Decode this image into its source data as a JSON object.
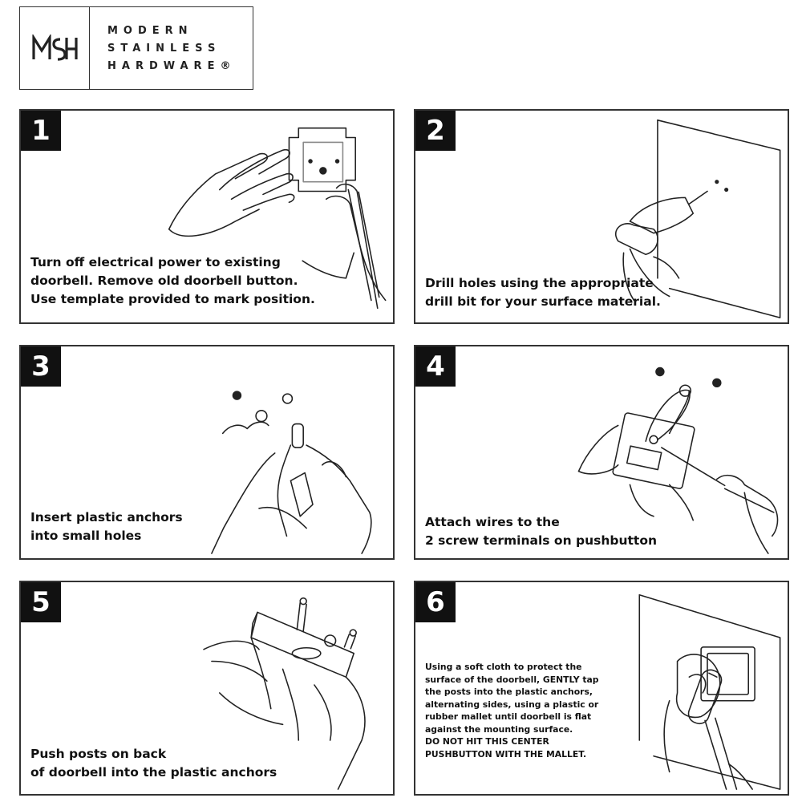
{
  "brand": {
    "monogram": "MSH",
    "lines": [
      "MODERN",
      "STAINLESS",
      "HARDWARE®"
    ]
  },
  "steps": [
    {
      "number": "1",
      "lines": [
        "Turn off electrical power to existing",
        "doorbell. Remove old doorbell button.",
        "Use template provided to mark position."
      ]
    },
    {
      "number": "2",
      "lines": [
        "Drill holes using the appropriate",
        "drill bit for your surface material."
      ]
    },
    {
      "number": "3",
      "lines": [
        "Insert plastic anchors",
        "into small holes"
      ]
    },
    {
      "number": "4",
      "lines": [
        "Attach wires to the",
        "2 screw terminals on pushbutton"
      ]
    },
    {
      "number": "5",
      "lines": [
        "Push posts on back",
        "of doorbell into the plastic anchors"
      ]
    },
    {
      "number": "6",
      "lines": [
        "Using a soft cloth to protect the",
        "surface of the doorbell, GENTLY tap",
        "the posts into the plastic anchors,",
        "alternating sides, using a plastic or",
        "rubber mallet until doorbell is flat",
        "against the mounting surface.",
        "DO NOT HIT THIS CENTER",
        "PUSHBUTTON WITH THE MALLET."
      ]
    }
  ]
}
